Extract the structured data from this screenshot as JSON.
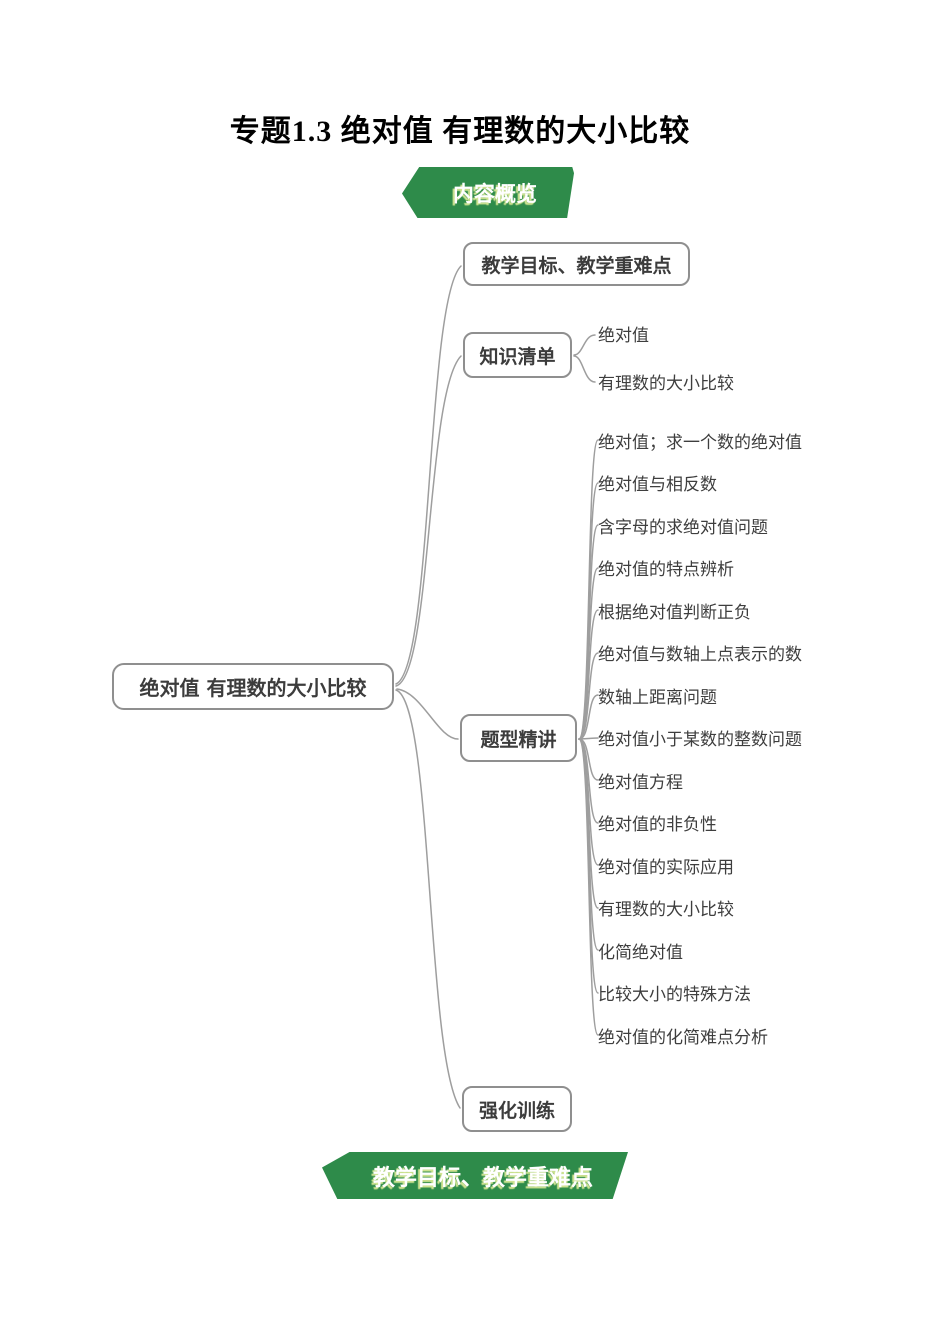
{
  "title": "专题1.3 绝对值 有理数的大小比较",
  "banner_top": {
    "label": "内容概览"
  },
  "banner_bottom": {
    "label": "教学目标、教学重难点"
  },
  "mindmap": {
    "root": {
      "label": "绝对值 有理数的大小比较"
    },
    "branches": {
      "goals": {
        "label": "教学目标、教学重难点"
      },
      "knowledge": {
        "label": "知识清单",
        "children": [
          "绝对值",
          "有理数的大小比较"
        ]
      },
      "topics": {
        "label": "题型精讲",
        "children": [
          "绝对值；求一个数的绝对值",
          "绝对值与相反数",
          "含字母的求绝对值问题",
          "绝对值的特点辨析",
          "根据绝对值判断正负",
          "绝对值与数轴上点表示的数",
          "数轴上距离问题",
          "绝对值小于某数的整数问题",
          "绝对值方程",
          "绝对值的非负性",
          "绝对值的实际应用",
          "有理数的大小比较",
          "化简绝对值",
          "比较大小的特殊方法",
          "绝对值的化简难点分析"
        ]
      },
      "training": {
        "label": "强化训练"
      }
    }
  },
  "colors": {
    "banner_green": "#2e8b4a",
    "connector_gray": "#9e9e9e",
    "box_border_gray": "#8f8f8f",
    "text_dark": "#3c3c3c"
  }
}
